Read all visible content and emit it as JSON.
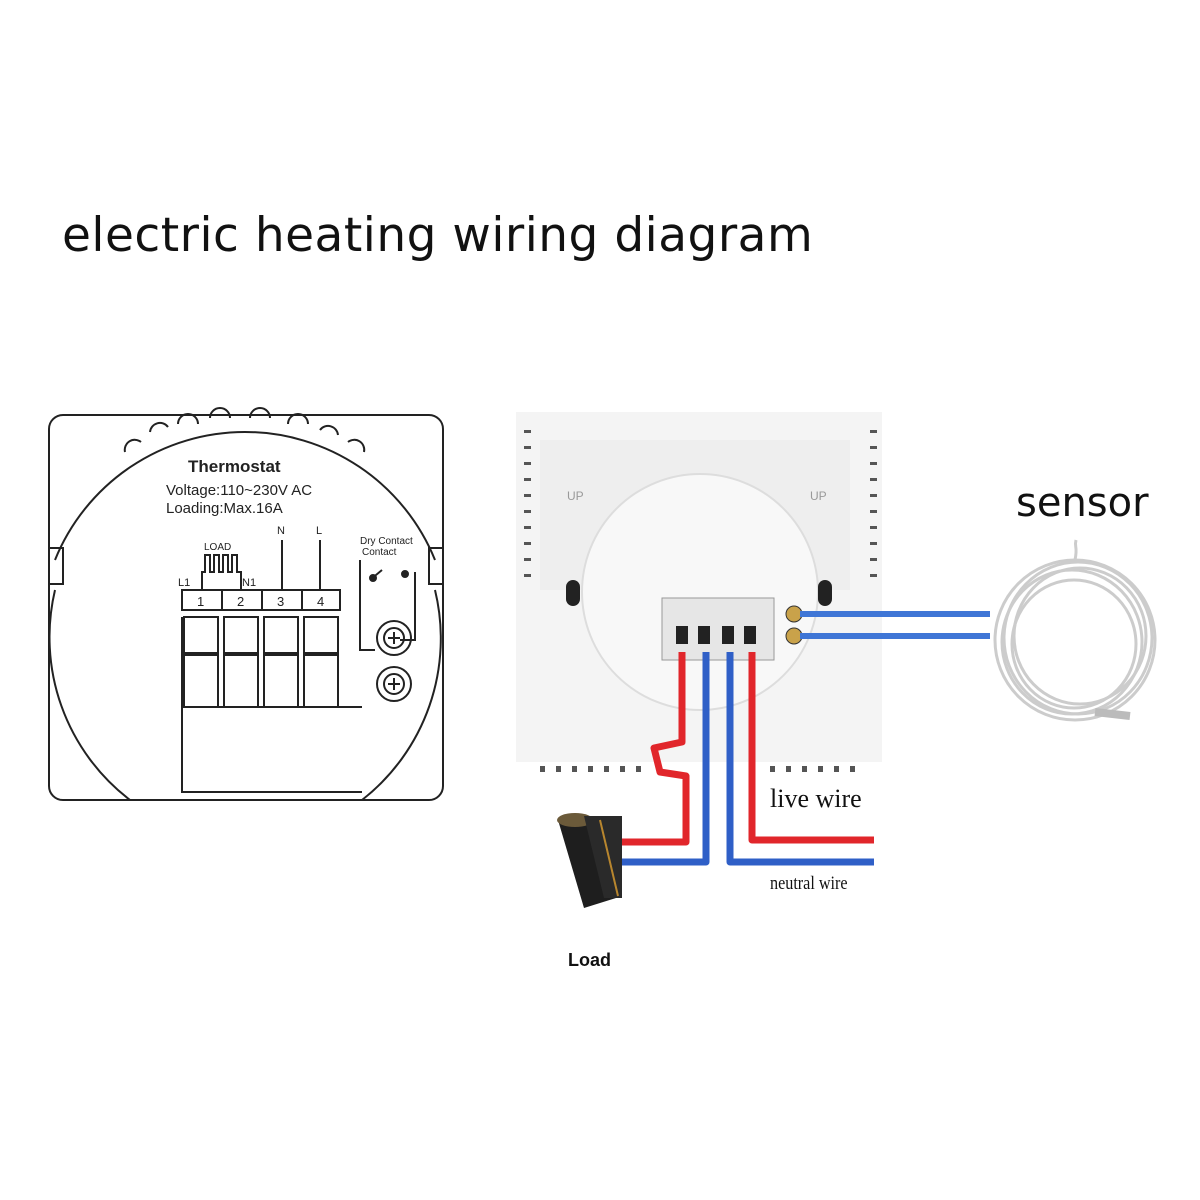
{
  "title": "electric heating wiring diagram",
  "schematic": {
    "device_name": "Thermostat",
    "voltage": "Voltage:110~230V AC",
    "loading": "Loading:Max.16A",
    "load_label": "LOAD",
    "terminal_l1": "L1",
    "terminal_n1": "N1",
    "terminal_n": "N",
    "terminal_l": "L",
    "dry_contact_line1": "Dry Contact",
    "dry_contact_line2": "Contact",
    "terminals": [
      "1",
      "2",
      "3",
      "4"
    ]
  },
  "photo": {
    "up_left": "UP",
    "up_right": "UP"
  },
  "labels": {
    "sensor": "sensor",
    "live_wire": "live wire",
    "neutral_wire": "neutral wire",
    "load": "Load"
  },
  "colors": {
    "live": "#e1262b",
    "neutral": "#2f5fc7",
    "sensor_wire": "#3f76d6",
    "outline": "#222222"
  }
}
